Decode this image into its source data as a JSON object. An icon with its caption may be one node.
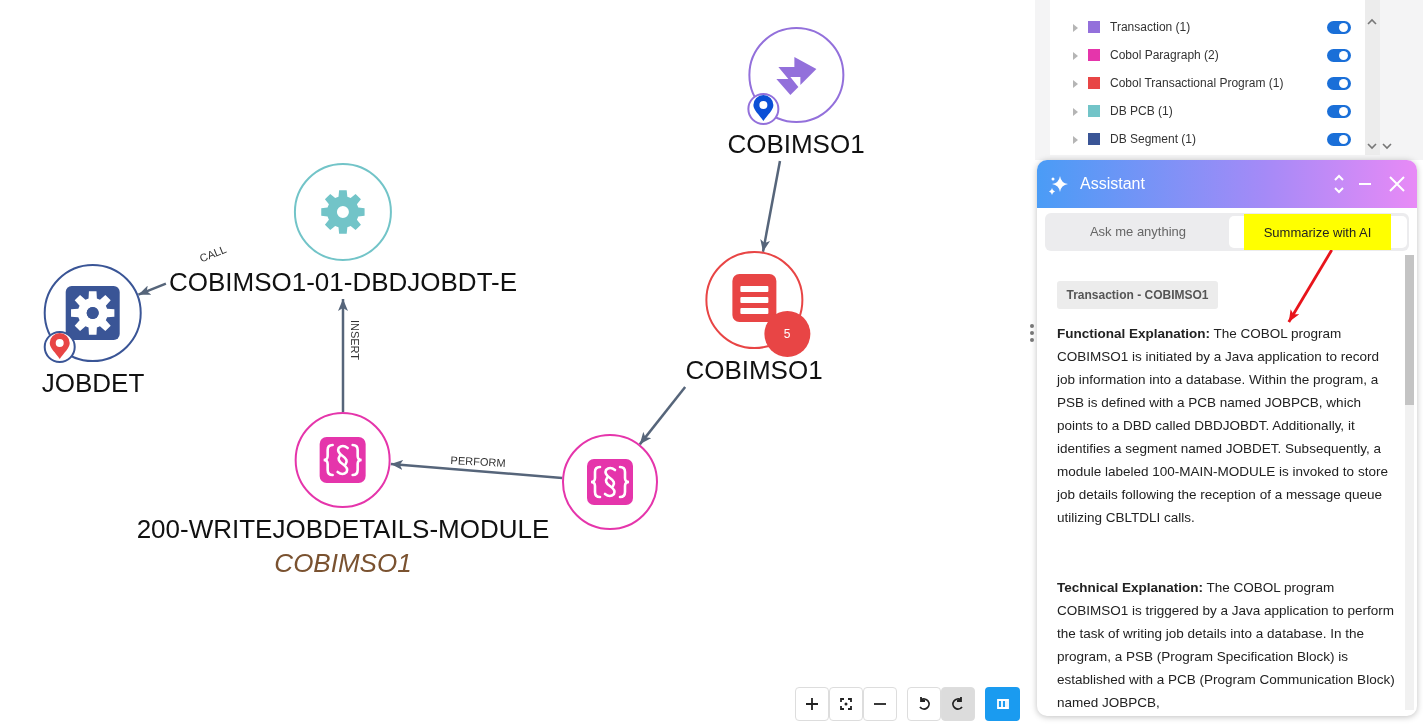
{
  "diagram": {
    "nodes": [
      {
        "text": [
          "COBIMSO1"
        ]
      },
      {
        "text": [
          "COBIMSO1-01-DBDJOBDT-E"
        ]
      },
      {
        "text": [
          "JOBDET"
        ]
      },
      {
        "text": [
          "5",
          "COBIMSO1"
        ]
      },
      {
        "text": [
          "200-WRITEJOBDETAILS-MODULE",
          "COBIMSO1"
        ]
      },
      {
        "text": [],
        "shape": "circle"
      },
      {
        "text": [
          "Summarize with AI"
        ]
      },
      {
        "text": [
          "**Functional Explanation:** The COBOL program COBIMSO1 is initiated by a Java application to record job information into a database. Within the program, a PSB is defined with a PCB named JOBPCB, which points to a DBD called DBDJOBDT. Additionally, it identifies a segment named JOBDET. Subsequently, a module labeled 100-MAIN-MODULE is invoked to store job details following the reception of a message queue utilizing CBLTDLI calls."
        ]
      }
    ],
    "edges": [
      {
        "from": 0,
        "to": 3,
        "arrow": "to"
      },
      {
        "from": 3,
        "to": 5,
        "arrow": "to"
      },
      {
        "from": 5,
        "to": 4,
        "arrow": "to",
        "label": "PERFORM"
      },
      {
        "from": 4,
        "to": 1,
        "arrow": "to",
        "label": "INSERT"
      },
      {
        "from": 1,
        "to": 2,
        "arrow": "to",
        "label": "CALL"
      },
      {
        "from": 6,
        "to": 7,
        "arrow": "to",
        "color": "#e8141b"
      }
    ],
    "labels": [
      "Assistant",
      "Ask me anything",
      "Transaction - COBIMSO1",
      "**Technical Explanation:** The COBOL program COBIMSO1 is triggered by a Java application to perform the task of writing job details into a database. In the program, a PSB (Program Specification Block) is established with a PCB (Program Communication Block) named JOBPCB,"
    ],
    "legend": [
      {
        "text": "Transaction (1)",
        "color": "#9370db"
      },
      {
        "text": "Cobol Paragraph (2)",
        "color": "#e535ab"
      },
      {
        "text": "Cobol Transactional Program (1)",
        "color": "#e84545"
      },
      {
        "text": "DB PCB (1)",
        "color": "#72c4c8"
      },
      {
        "text": "DB Segment (1)",
        "color": "#3a5596"
      }
    ]
  }
}
